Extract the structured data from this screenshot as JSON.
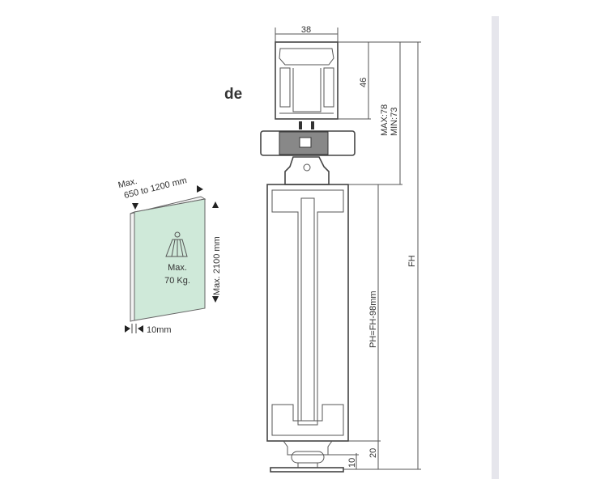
{
  "label_de": "de",
  "panel": {
    "width_label_1": "Max.",
    "width_label_2": "650 to 1200 mm",
    "height_label": "Max. 2100 mm",
    "weight_label_1": "Max.",
    "weight_label_2": "70 Kg.",
    "thickness_label": "10mm",
    "panel_color": "#cfe9d9"
  },
  "profile": {
    "dim_width": "38",
    "dim_track_height": "46",
    "dim_max": "MAX:78",
    "dim_min": "MIN:73",
    "dim_fh": "FH",
    "dim_ph": "PH=FH-98mm",
    "dim_bottom_20": "20",
    "dim_bottom_10": "10"
  }
}
